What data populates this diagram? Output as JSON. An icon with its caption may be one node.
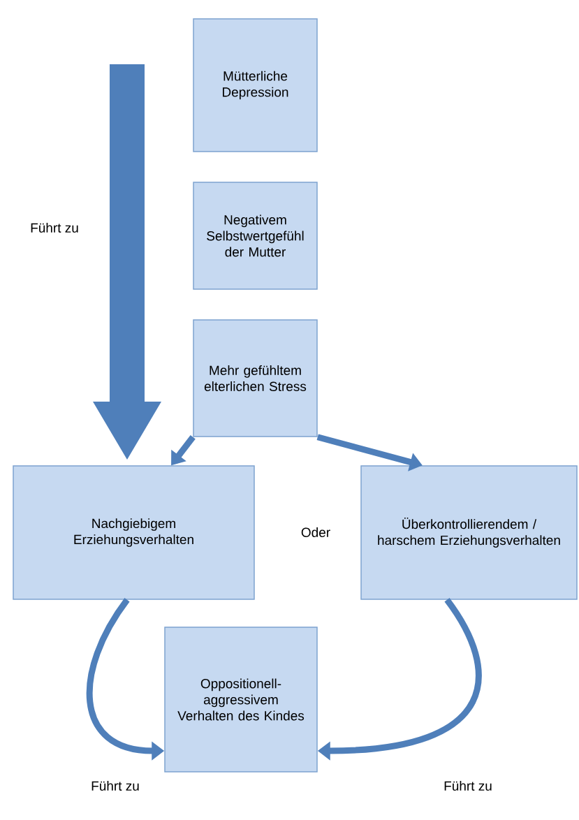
{
  "diagram": {
    "nodes": [
      {
        "text": [
          "Mütterliche Depression"
        ]
      },
      {
        "text": [
          "Negativem Selbstwertgefühl der Mutter"
        ]
      },
      {
        "text": [
          "Mehr gefühltem elterlichen Stress"
        ]
      },
      {
        "text": [
          "Nachgiebigem Erziehungsverhalten"
        ]
      },
      {
        "text": [
          "Überkontrollierendem / harschem Erziehungsverhalten"
        ]
      },
      {
        "text": [
          "Oppositionell-aggressivem Verhalten des Kindes"
        ]
      }
    ],
    "edges": [
      {
        "from": 2,
        "to": 3,
        "arrow": "to"
      },
      {
        "from": 2,
        "to": 4,
        "arrow": "to"
      },
      {
        "from": 3,
        "to": 5,
        "arrow": "to",
        "label": "Führt zu"
      },
      {
        "from": 4,
        "to": 5,
        "arrow": "to",
        "label": "Führt zu"
      }
    ],
    "labels": [
      "Führt zu",
      "Oder"
    ]
  }
}
